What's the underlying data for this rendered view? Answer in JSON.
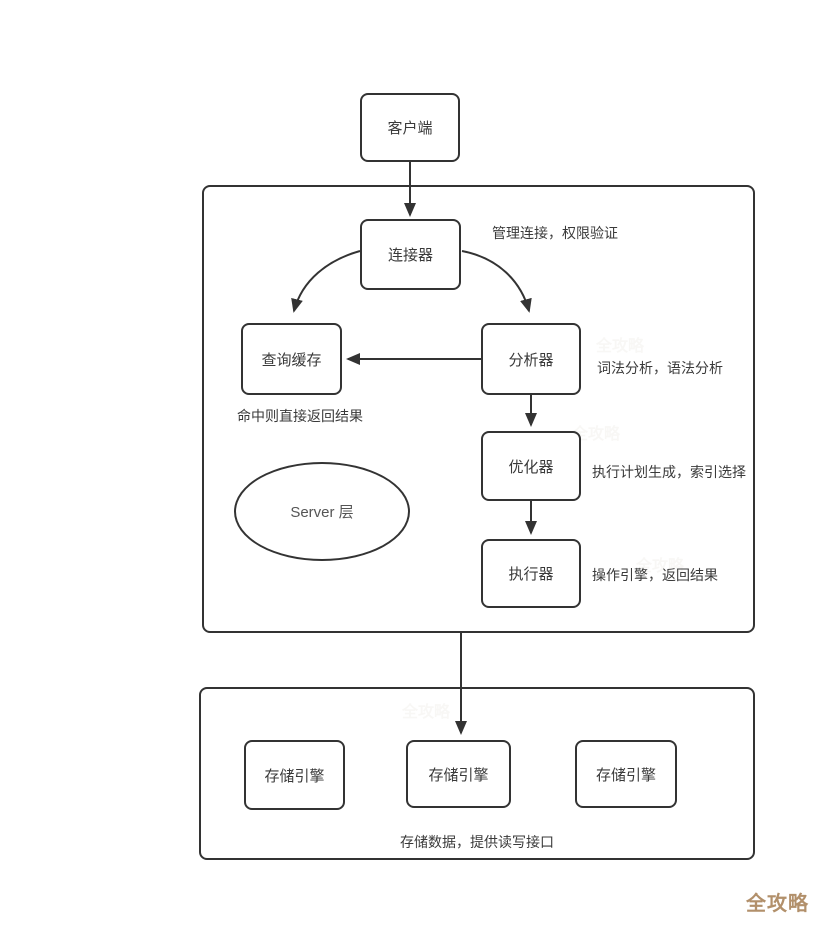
{
  "nodes": {
    "client": {
      "label": "客户端"
    },
    "connector": {
      "label": "连接器"
    },
    "query_cache": {
      "label": "查询缓存"
    },
    "analyzer": {
      "label": "分析器"
    },
    "optimizer": {
      "label": "优化器"
    },
    "executor": {
      "label": "执行器"
    },
    "server_layer": {
      "label": "Server 层"
    },
    "storage_engines": [
      "存储引擎",
      "存储引擎",
      "存储引擎"
    ]
  },
  "annotations": {
    "connector_note": "管理连接，权限验证",
    "query_cache_note": "命中则直接返回结果",
    "analyzer_note": "词法分析，语法分析",
    "optimizer_note": "执行计划生成，索引选择",
    "executor_note": "操作引擎，返回结果",
    "storage_note": "存储数据，提供读写接口"
  },
  "watermark": {
    "text": "全攻略",
    "color": "#b2906b"
  },
  "colors": {
    "line": "#333333",
    "text": "#3a3a3a",
    "background": "#ffffff"
  }
}
